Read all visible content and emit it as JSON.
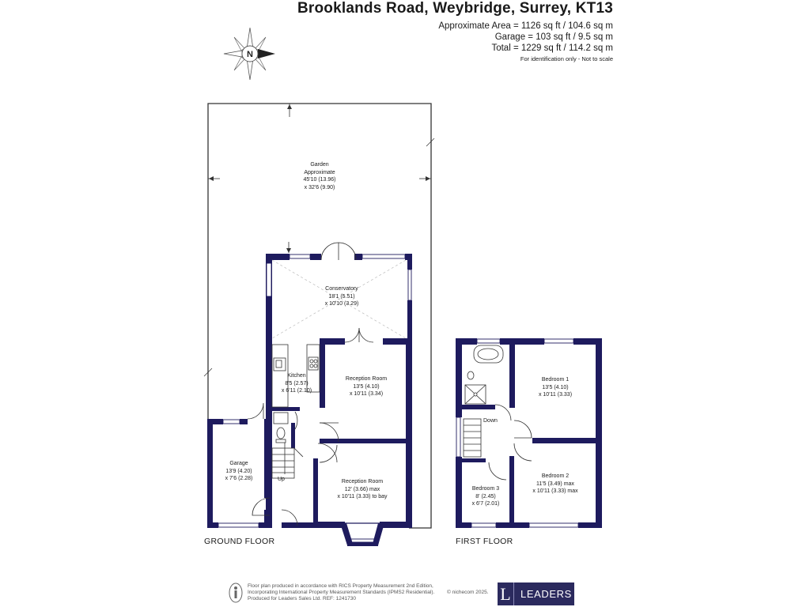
{
  "header": {
    "title": "Brooklands Road, Weybridge, Surrey, KT13",
    "approx_area": "Approximate Area = 1126 sq ft / 104.6 sq m",
    "garage_area": "Garage = 103 sq ft / 9.5 sq m",
    "total_area": "Total = 1229 sq ft / 114.2 sq m",
    "note": "For identification only - Not to scale"
  },
  "compass": {
    "letter": "N",
    "icon": "compass-rose-icon"
  },
  "floors": {
    "ground": "GROUND FLOOR",
    "first": "FIRST FLOOR"
  },
  "rooms": {
    "garden": [
      "Garden",
      "Approximate",
      "45'10 (13.96)",
      "x 32'6 (9.90)"
    ],
    "conservatory": [
      "Conservatory",
      "18'1 (5.51)",
      "x 10'10 (3.29)"
    ],
    "kitchen": [
      "Kitchen",
      "8'5 (2.57)",
      "x 6'11 (2.10)"
    ],
    "reception1": [
      "Reception Room",
      "13'5 (4.10)",
      "x 10'11 (3.34)"
    ],
    "reception2": [
      "Reception Room",
      "12' (3.66) max",
      "x 10'11 (3.33) to bay"
    ],
    "garage": [
      "Garage",
      "13'9 (4.20)",
      "x 7'6 (2.28)"
    ],
    "bedroom1": [
      "Bedroom 1",
      "13'5 (4.10)",
      "x 10'11 (3.33)"
    ],
    "bedroom2": [
      "Bedroom 2",
      "11'5 (3.49) max",
      "x 10'11 (3.33) max"
    ],
    "bedroom3": [
      "Bedroom 3",
      "8' (2.45)",
      "x 6'7 (2.01)"
    ]
  },
  "stairs": {
    "up": "Up",
    "down": "Down"
  },
  "footer": {
    "line1": "Floor plan produced in accordance with RICS Property Measurement 2nd Edition,",
    "line2": "Incorporating International Property Measurement Standards (IPMS2 Residential).",
    "line3": "Produced for Leaders Sales Ltd.   REF: 1241730",
    "copyright": "© nichecom 2025.",
    "brand_mark": "L",
    "brand_name": "LEADERS",
    "brand_color": "#2b2a5e",
    "wall_color": "#1e1b5e"
  }
}
